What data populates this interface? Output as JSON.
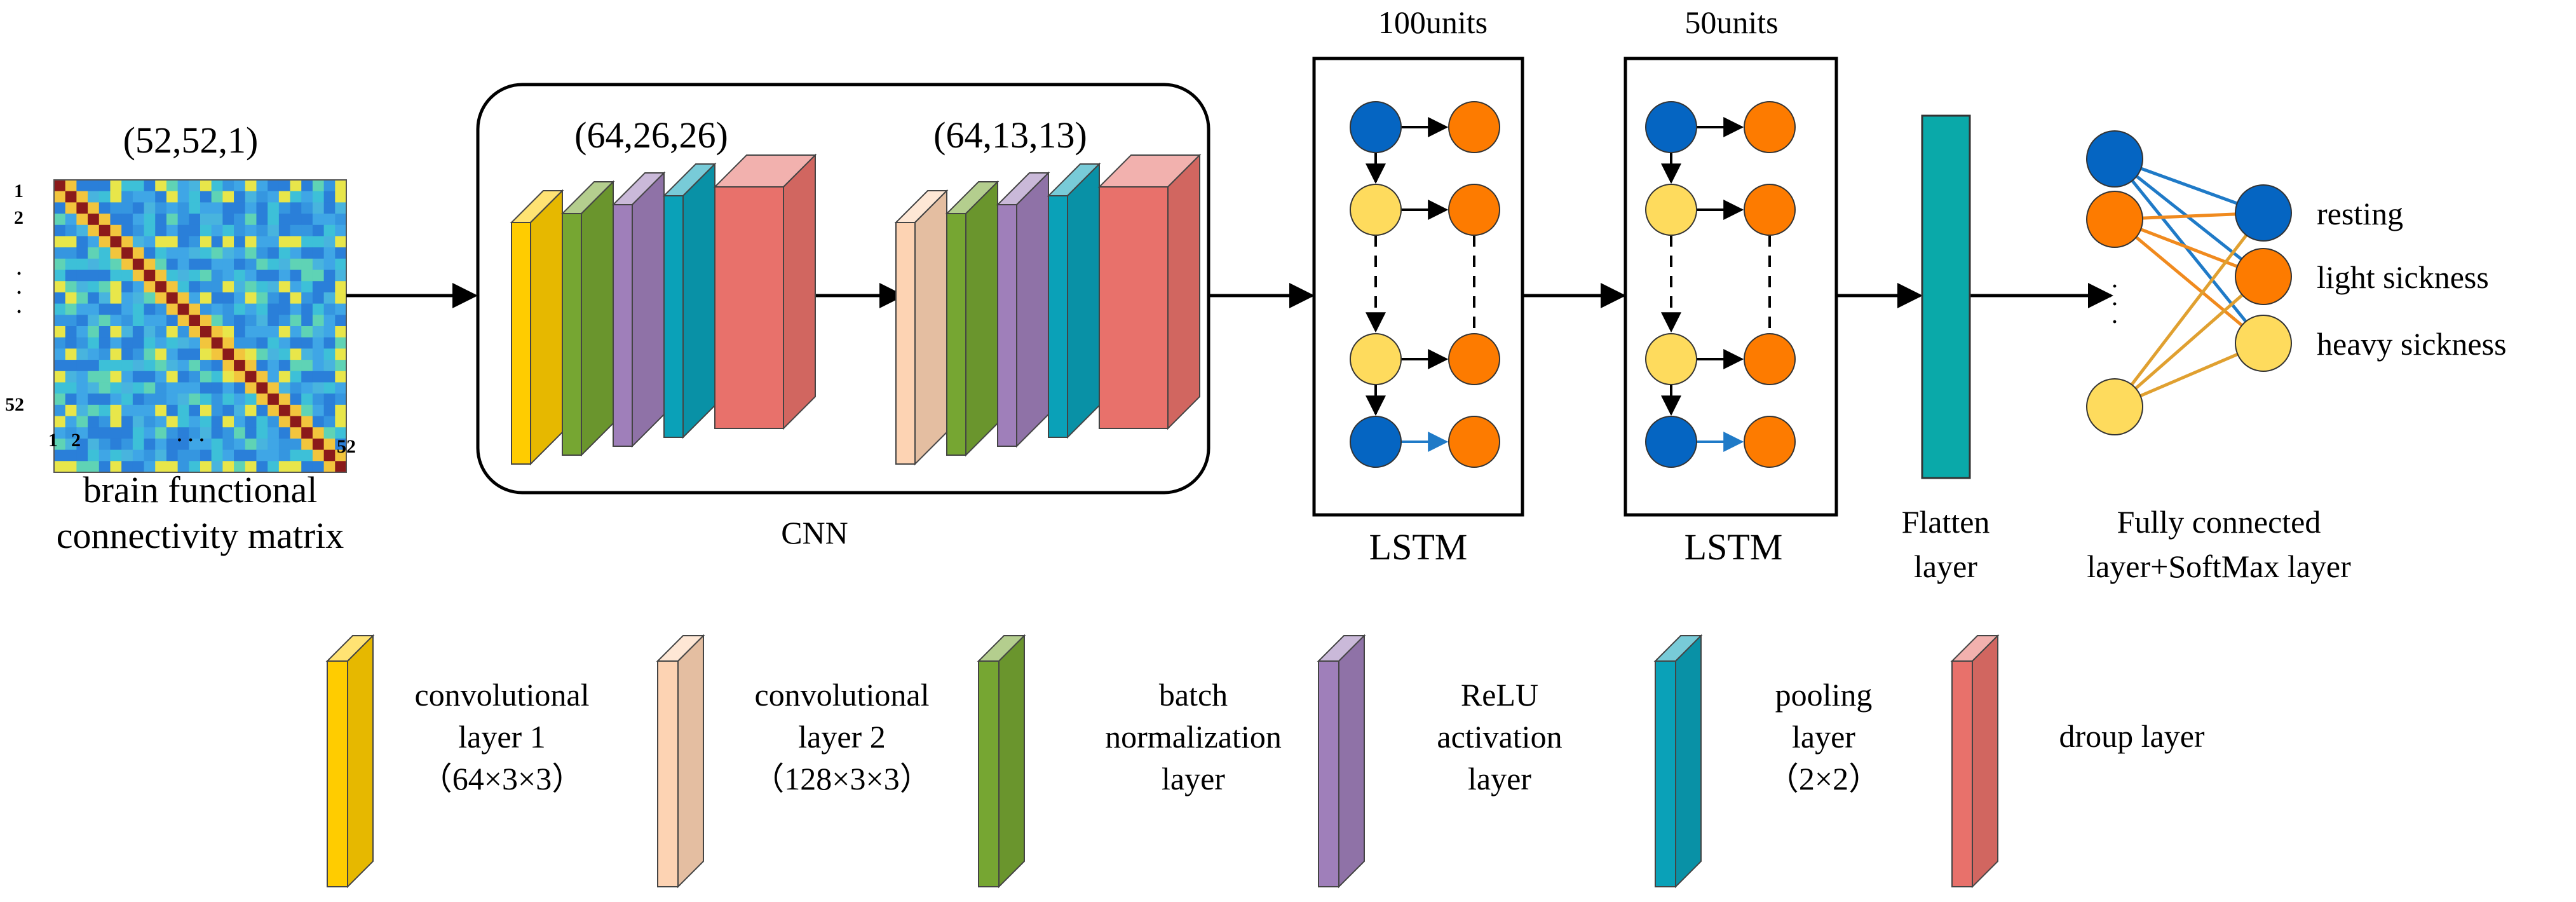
{
  "colors": {
    "conv1": "#ffcc00",
    "conv2": "#fdd3b3",
    "batchnorm": "#76a632",
    "relu": "#9f7fba",
    "pooling": "#0aa1b8",
    "dropout": "#e8716b",
    "flatten": "#0aa9a9",
    "node_blue": "#0565c2",
    "node_orange": "#fd7b00",
    "node_yellow": "#fedb5d",
    "edge_blue": "#1f7ac7",
    "edge_orange": "#f08a1e",
    "edge_gold": "#e0a030"
  },
  "matrix": {
    "shape_label": "(52,52,1)",
    "row_tick_1": "1",
    "row_tick_2": "2",
    "row_tick_dots": "·\n·\n·",
    "row_tick_last": "52",
    "col_tick_1": "1",
    "col_tick_2": "2",
    "col_tick_dots": "· · ·",
    "col_tick_last": "52",
    "caption_line1": "brain functional",
    "caption_line2": "connectivity matrix"
  },
  "cnn": {
    "shape1": "(64,26,26)",
    "shape2": "(64,13,13)",
    "caption": "CNN"
  },
  "lstm": [
    {
      "units": "100units",
      "caption": "LSTM"
    },
    {
      "units": "50units",
      "caption": "LSTM"
    }
  ],
  "flatten": {
    "caption_line1": "Flatten",
    "caption_line2": "layer"
  },
  "fc": {
    "dots": "·\n·\n·",
    "caption_line1": "Fully connected",
    "caption_line2": "layer+SoftMax layer",
    "outputs": [
      "resting",
      "light sickness",
      "heavy sickness"
    ]
  },
  "legend": [
    {
      "key": "conv1",
      "lines": [
        "convolutional",
        "layer 1",
        "（64×3×3）"
      ]
    },
    {
      "key": "conv2",
      "lines": [
        "convolutional",
        "layer 2",
        "（128×3×3）"
      ]
    },
    {
      "key": "batchnorm",
      "lines": [
        "batch",
        "normalization",
        "layer"
      ]
    },
    {
      "key": "relu",
      "lines": [
        "ReLU",
        "activation",
        "layer"
      ]
    },
    {
      "key": "pooling",
      "lines": [
        "pooling",
        "layer",
        "（2×2）"
      ]
    },
    {
      "key": "dropout",
      "lines": [
        "droup layer"
      ]
    }
  ]
}
